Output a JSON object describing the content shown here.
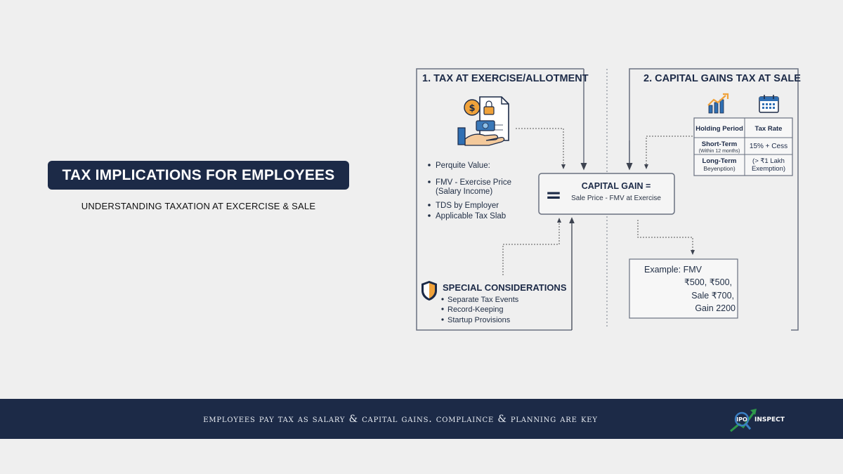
{
  "slide": {
    "title": "TAX IMPLICATIONS FOR EMPLOYEES",
    "subtitle": "UNDERSTANDING TAXATION AT EXCERCISE & SALE"
  },
  "exercise_panel": {
    "title": "1. TAX AT EXERCISE/ALLOTMENT",
    "bullets": [
      "Perquite Value:",
      "FMV - Exercise Price",
      "(Salary Income)",
      "TDS by Employer",
      "Applicable Tax Slab"
    ]
  },
  "sale_panel": {
    "title": "2. CAPITAL GAINS TAX AT SALE",
    "table": {
      "headers": [
        "Holding Period",
        "Tax Rate"
      ],
      "rows": [
        {
          "period": "Short-Term",
          "note": "(Within 12 months)",
          "rate": "15% + Cess",
          "rate2": ""
        },
        {
          "period": "Long-Term",
          "note": "Beyenption)",
          "rate": "(> ₹1 Lakh",
          "rate2": "Exemption)"
        }
      ]
    }
  },
  "capital_gain": {
    "symbol": "=",
    "title": "CAPITAL GAIN =",
    "formula": "Sale Price - FMV at Exercise"
  },
  "example": {
    "lines": [
      "Example: FMV",
      "₹500, ₹500,",
      "Sale ₹700,",
      "Gain 2200"
    ]
  },
  "special": {
    "title": "SPECIAL CONSIDERATIONS",
    "items": [
      "Separate Tax Events",
      "Record-Keeping",
      "Startup Provisions"
    ]
  },
  "footer": {
    "text": "employees pay tax as salary  & capital gains. complaince & planning are key",
    "logo_left": "IPO",
    "logo_right": "INSPECT"
  },
  "colors": {
    "navy": "#1c2a47",
    "orange": "#f0a23a",
    "blue": "#2f6fb3",
    "green": "#2e9a4a",
    "line": "#5a6270"
  }
}
